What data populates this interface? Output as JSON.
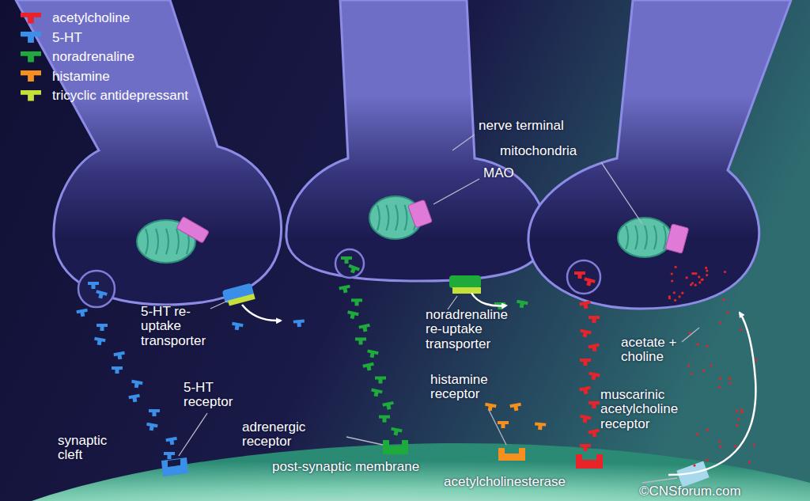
{
  "diagram": {
    "labels": [
      "nerve terminal",
      "mitochondria",
      "MAO",
      "5-HT re-uptake transporter",
      "5-HT receptor",
      "synaptic cleft",
      "adrenergic receptor",
      "noradrenaline re-uptake transporter",
      "histamine receptor",
      "acetate + choline",
      "muscarinic acetylcholine receptor",
      "post-synaptic membrane",
      "acetylcholinesterase",
      "©CNSforum.com"
    ],
    "legend": [
      {
        "text": "acetylcholine",
        "color": "#e8232a"
      },
      {
        "text": "5-HT",
        "color": "#3b8fe8"
      },
      {
        "text": "noradrenaline",
        "color": "#1faa3c"
      },
      {
        "text": "histamine",
        "color": "#f5901e"
      },
      {
        "text": "tricyclic antidepressant",
        "color": "#c6e03a"
      }
    ]
  }
}
